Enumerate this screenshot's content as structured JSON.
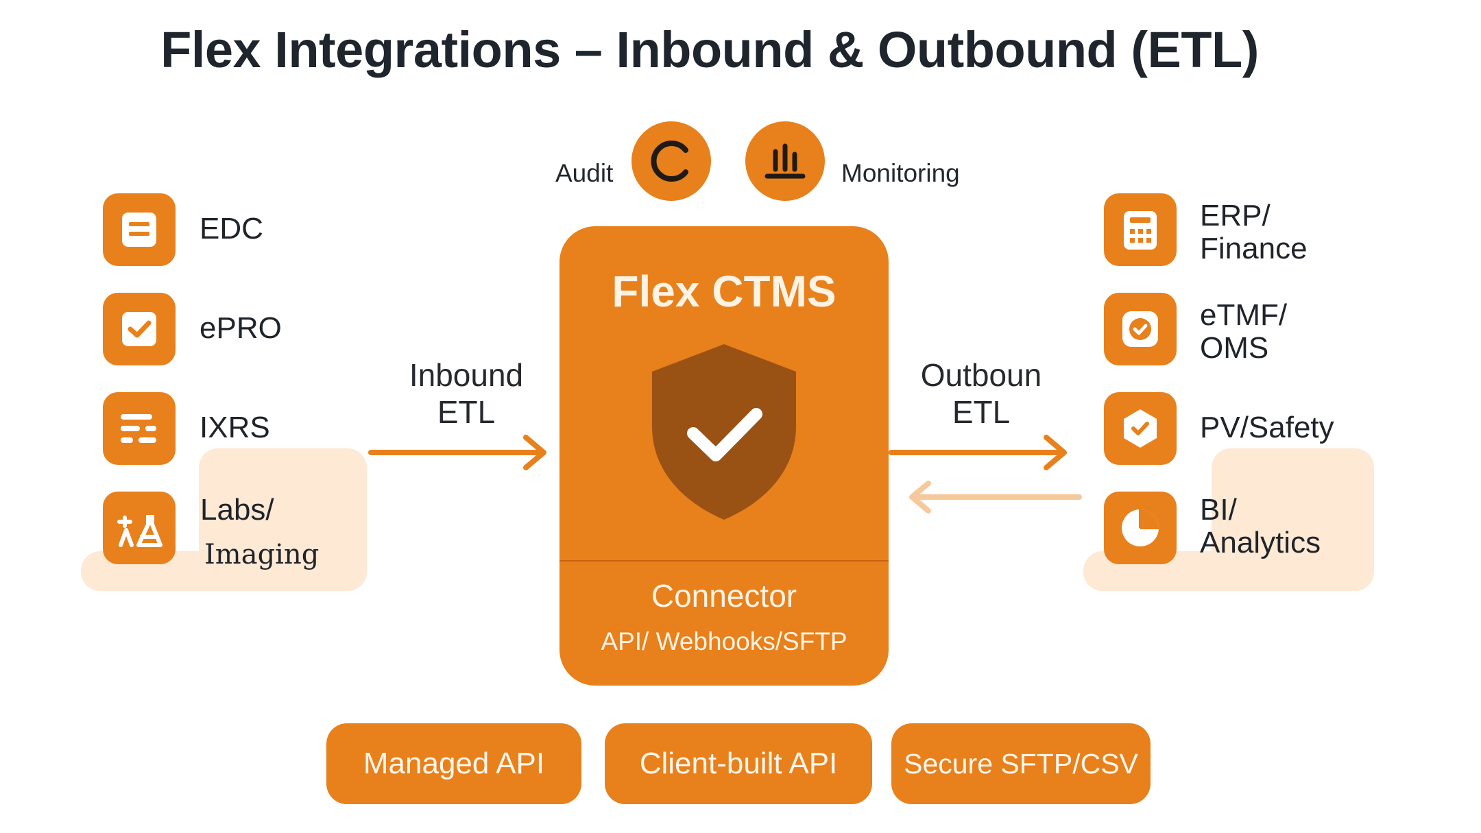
{
  "title": "Flex Integrations – Inbound & Outbound (ETL)",
  "top": {
    "audit_label": "Audit",
    "monitoring_label": "Monitoring"
  },
  "inbound": {
    "systems": [
      {
        "label": "EDC",
        "icon": "form-icon"
      },
      {
        "label": "ePRO",
        "icon": "checkbox-icon"
      },
      {
        "label": "IXRS",
        "icon": "list-icon"
      },
      {
        "label_line1": "Labs/",
        "label_line2": "Imaging",
        "icon": "lab-icon"
      }
    ],
    "flow_line1": "Inbound",
    "flow_line2": "ETL"
  },
  "outbound": {
    "systems": [
      {
        "label_line1": "ERP/",
        "label_line2": "Finance",
        "icon": "calculator-icon"
      },
      {
        "label_line1": "eTMF/",
        "label_line2": "OMS",
        "icon": "badge-check-icon"
      },
      {
        "label": "PV/Safety",
        "icon": "hexagon-check-icon"
      },
      {
        "label_line1": "BI/",
        "label_line2": "Analytics",
        "icon": "pie-chart-icon"
      }
    ],
    "flow_line1": "Outboun",
    "flow_line2": "ETL"
  },
  "core": {
    "title": "Flex CTMS",
    "connector_label": "Connector",
    "protocols": "API/ Webhooks/SFTP"
  },
  "bottom_options": [
    "Managed API",
    "Client-built API",
    "Secure SFTP/CSV"
  ],
  "colors": {
    "accent": "#e8801c",
    "shield": "#9a5214",
    "highlight": "#fde9d4",
    "title": "#1f252c"
  }
}
